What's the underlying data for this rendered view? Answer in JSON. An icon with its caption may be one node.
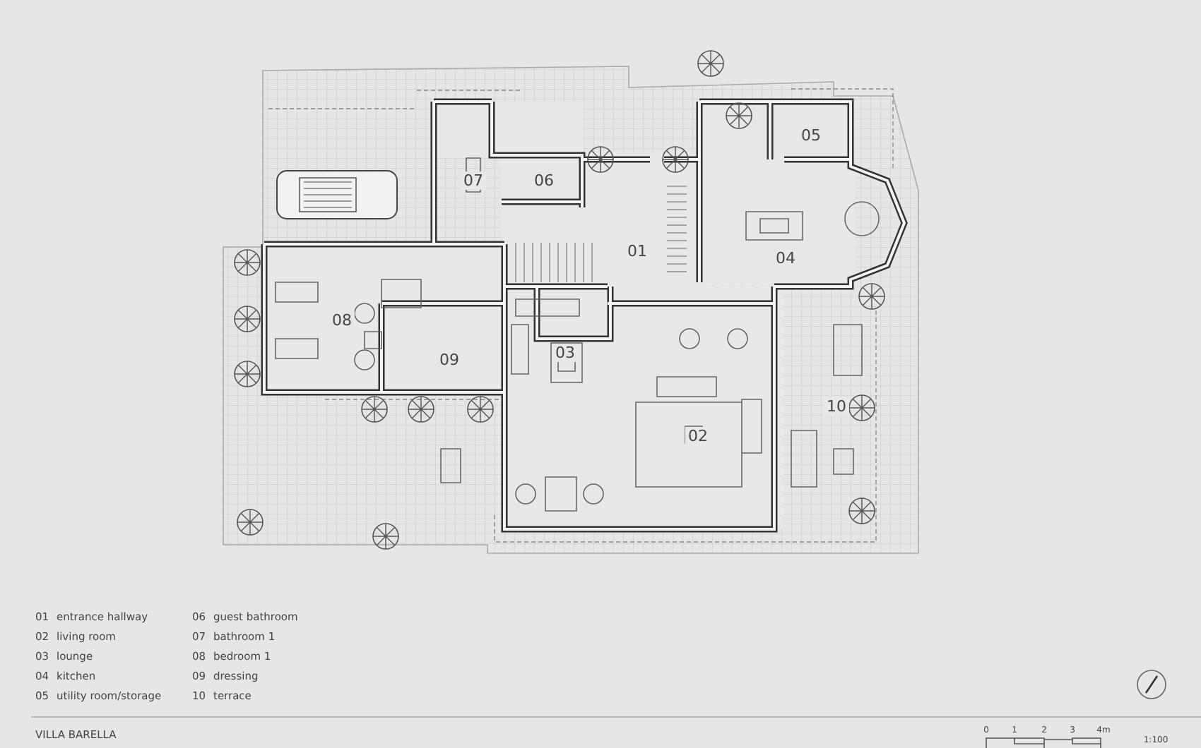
{
  "diagram": {
    "title": "VILLA BARELLA",
    "labels": [
      "05",
      "07",
      "06",
      "01",
      "04",
      "08",
      "03",
      "09",
      "10",
      "02",
      "01",
      "entrance hallway",
      "06",
      "guest bathroom",
      "02",
      "living room",
      "07",
      "bathroom 1",
      "03",
      "lounge",
      "08",
      "bedroom 1",
      "04",
      "kitchen",
      "09",
      "dressing",
      "05",
      "utility room/storage",
      "10",
      "terrace",
      "0",
      "1",
      "2",
      "3",
      "4m",
      "1:100"
    ]
  }
}
